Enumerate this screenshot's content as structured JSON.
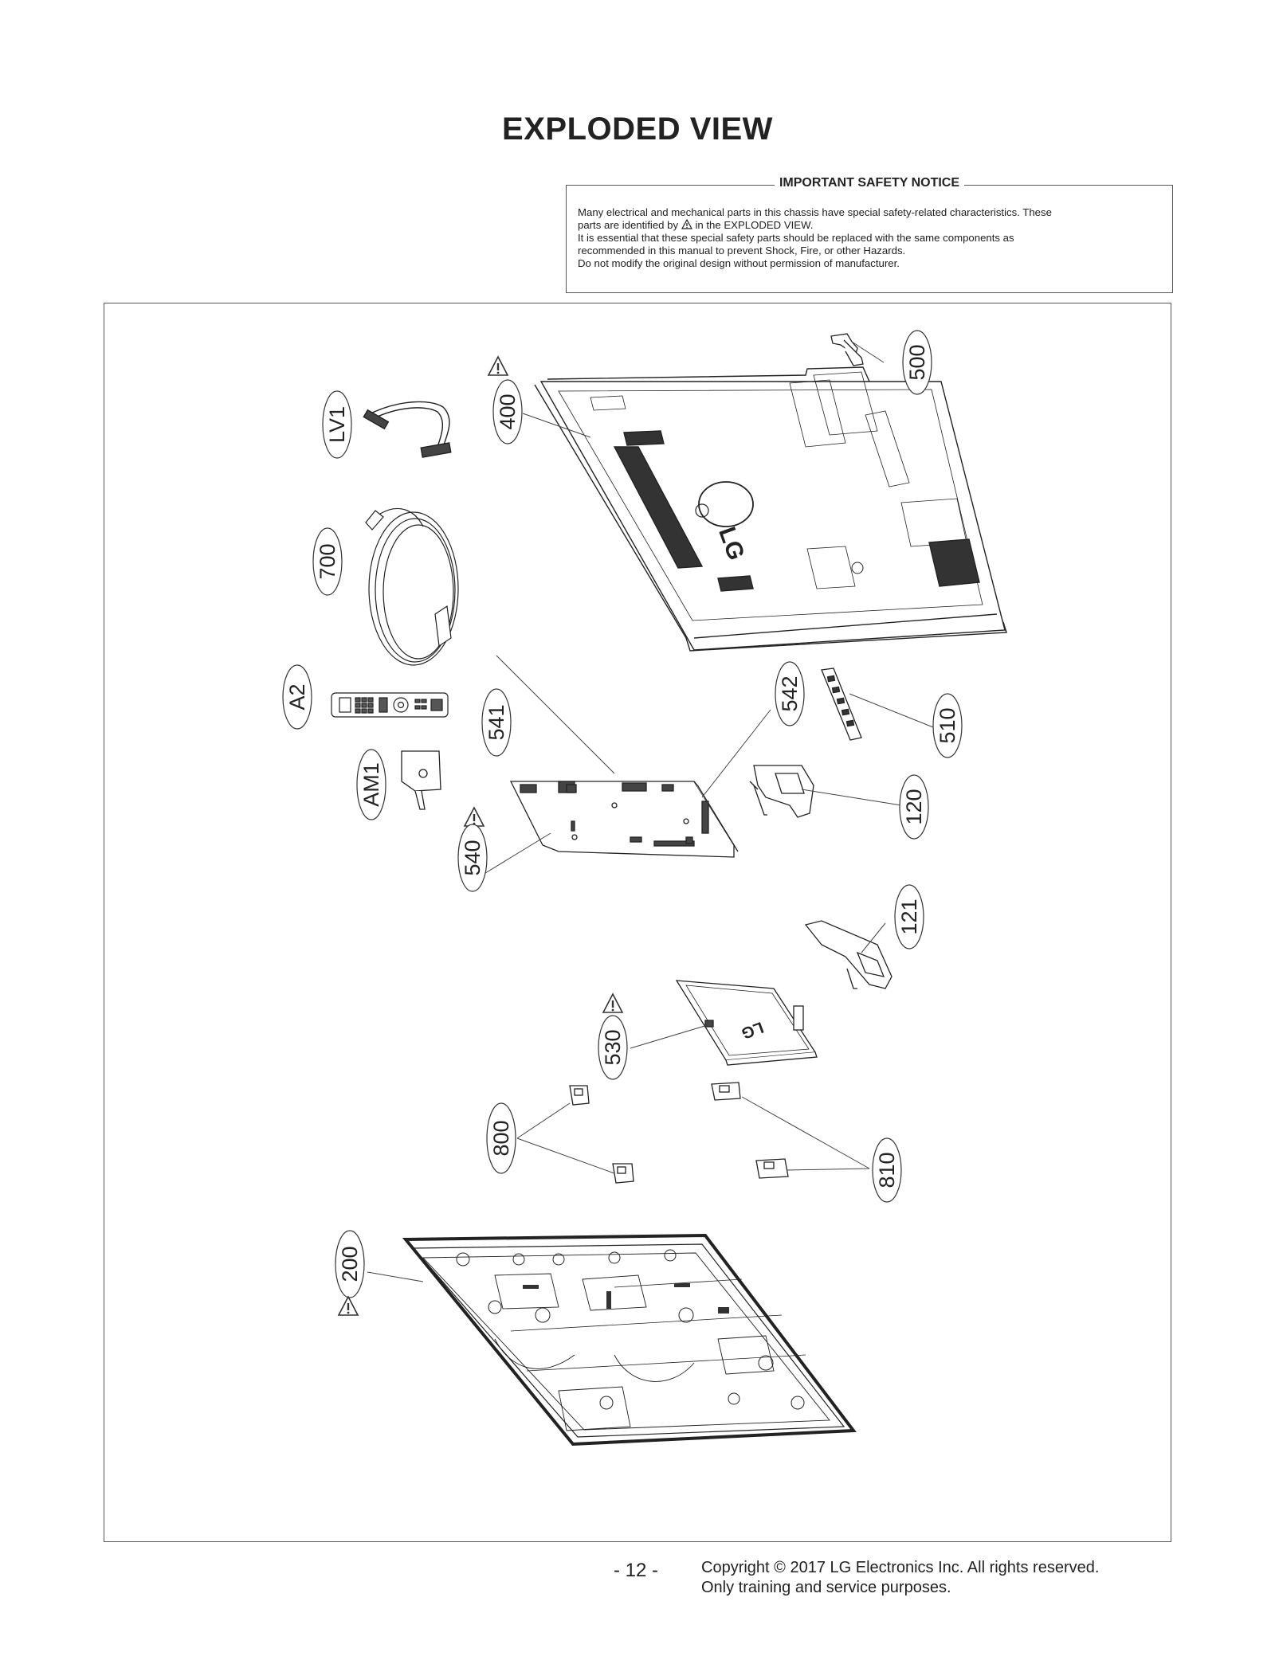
{
  "page": {
    "title": "EXPLODED VIEW",
    "page_number": "- 12 -",
    "copyright_line1": "Copyright © 2017 LG Electronics Inc. All rights reserved.",
    "copyright_line2": "Only training and service purposes."
  },
  "safety_notice": {
    "title": "IMPORTANT SAFETY NOTICE",
    "line1": "Many electrical and mechanical parts in this chassis have special safety-related characteristics. These",
    "line2_before_icon": "parts are identified by",
    "line2_after_icon": "in the EXPLODED VIEW.",
    "line3": "It is essential that these special safety parts should be replaced with the same components as",
    "line4": "recommended in this manual to prevent Shock, Fire, or other Hazards.",
    "line5": "Do not modify the original design without permission of manufacturer."
  },
  "parts": {
    "p500": "500",
    "p400": "400",
    "lv1": "LV1",
    "p700": "700",
    "a2": "A2",
    "am1": "AM1",
    "p541": "541",
    "p542": "542",
    "p510": "510",
    "p120": "120",
    "p540": "540",
    "p121": "121",
    "p530": "530",
    "p800": "800",
    "p810": "810",
    "p200": "200"
  },
  "back_cover_logo": "LG",
  "psu_label": "LG"
}
